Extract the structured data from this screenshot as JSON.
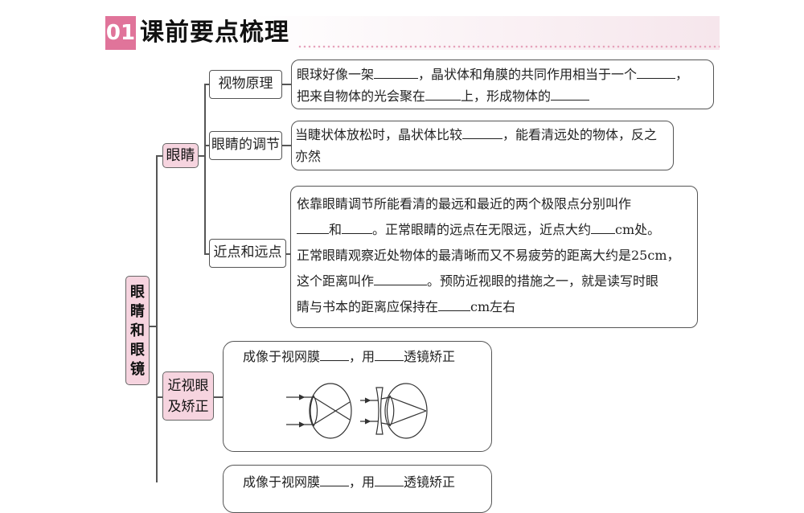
{
  "header": {
    "number": "01",
    "title": "课前要点梳理"
  },
  "root": {
    "label": "眼睛和眼镜",
    "chars": [
      "眼",
      "睛",
      "和",
      "眼",
      "镜"
    ]
  },
  "eye": {
    "label": "眼睛",
    "principle": {
      "label": "视物原理",
      "line1": [
        "眼球好像一架",
        "，晶状体和角膜的共同作用相当于一个",
        "，"
      ],
      "line2": [
        "把来自物体的光会聚在",
        "上，形成物体的"
      ]
    },
    "adjust": {
      "label": "眼睛的调节",
      "line1": [
        "当睫状体放松时，晶状体比较",
        "，能看清远处的物体，反之"
      ],
      "line2": "亦然"
    },
    "points": {
      "label": "近点和远点",
      "line1": "依靠眼睛调节所能看清的最远和最近的两个极限点分别叫作",
      "line2": [
        "和",
        "。正常眼睛的远点在无限远，近点大约",
        "cm处。"
      ],
      "line3": "正常眼睛观察近处物体的最清晰而又不易疲劳的距离大约是25cm，",
      "line4": [
        "这个距离叫作",
        "。预防近视眼的措施之一，就是读写时眼"
      ],
      "line5": [
        "睛与书本的距离应保持在",
        "cm左右"
      ]
    }
  },
  "myopia": {
    "label_line1": "近视眼",
    "label_line2": "及矫正",
    "text": [
      "成像于视网膜",
      "，用",
      "透镜矫正"
    ],
    "diagram_left": "eye-diagram-uncorrected",
    "diagram_right": "eye-diagram-corrected-concave-lens"
  },
  "hyperopia": {
    "text": [
      "成像于视网膜",
      "，用",
      "透镜矫正"
    ]
  },
  "colors": {
    "accent": "#e0749a",
    "pill": "#f6d4df",
    "line": "#555555"
  }
}
